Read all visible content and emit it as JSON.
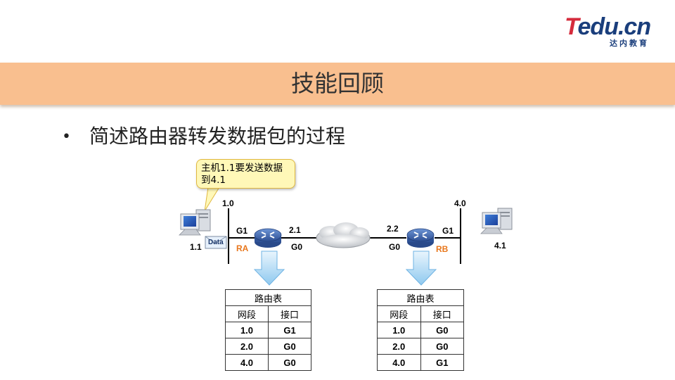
{
  "logo": {
    "brand_t": "T",
    "brand_rest": "edu.cn",
    "sub": "达内教育"
  },
  "slide": {
    "title": "技能回顾",
    "bullet_dot": "•",
    "bullet": "简述路由器转发数据包的过程"
  },
  "callout": {
    "line1": "主机1.1要发送数据",
    "line2": "到4.1"
  },
  "diagram": {
    "net_left": "1.0",
    "net_right": "4.0",
    "host_left": "1.1",
    "host_right": "4.1",
    "data_label": "Data",
    "ra": {
      "name": "RA",
      "g1": "G1",
      "g0": "G0",
      "ip": "2.1"
    },
    "rb": {
      "name": "RB",
      "g1": "G1",
      "g0": "G0",
      "ip": "2.2"
    }
  },
  "routing_tables": {
    "a": {
      "title": "路由表",
      "headers": [
        "网段",
        "接口"
      ],
      "rows": [
        [
          "1.0",
          "G1"
        ],
        [
          "2.0",
          "G0"
        ],
        [
          "4.0",
          "G0"
        ]
      ]
    },
    "b": {
      "title": "路由表",
      "headers": [
        "网段",
        "接口"
      ],
      "rows": [
        [
          "1.0",
          "G0"
        ],
        [
          "2.0",
          "G0"
        ],
        [
          "4.0",
          "G1"
        ]
      ]
    }
  },
  "colors": {
    "banner": "#f9bf8f",
    "accent_orange": "#e8761b",
    "router_blue": "#3a63a8",
    "arrow_blue": "#8fc9ef",
    "logo_red": "#d52b3c",
    "logo_blue": "#1a3e7c"
  }
}
